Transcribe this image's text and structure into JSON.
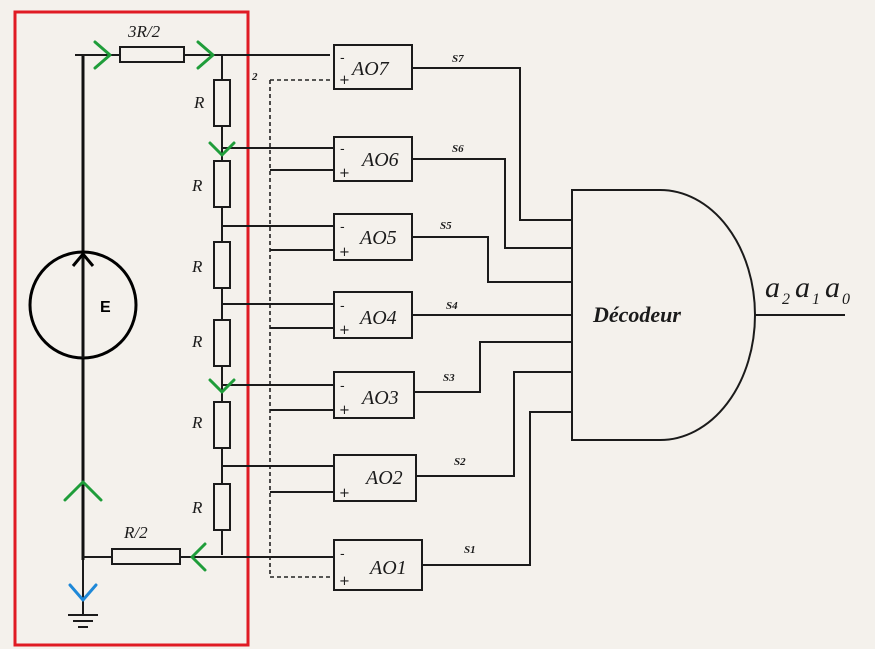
{
  "source": {
    "label": "E"
  },
  "resistors": {
    "top": "3R/2",
    "bottom": "R/2",
    "ladder": [
      "R",
      "R",
      "R",
      "R",
      "R",
      "R"
    ]
  },
  "comparators": [
    {
      "name": "AO7",
      "minus": "-",
      "plus": "+",
      "signal": "S7"
    },
    {
      "name": "AO6",
      "minus": "-",
      "plus": "+",
      "signal": "S6"
    },
    {
      "name": "AO5",
      "minus": "-",
      "plus": "+",
      "signal": "S5"
    },
    {
      "name": "AO4",
      "minus": "-",
      "plus": "+",
      "signal": "S4"
    },
    {
      "name": "AO3",
      "minus": "-",
      "plus": "+",
      "signal": "S3"
    },
    {
      "name": "AO2",
      "minus": "",
      "plus": "+",
      "signal": "S2"
    },
    {
      "name": "AO1",
      "minus": "-",
      "plus": "+",
      "signal": "S1"
    }
  ],
  "decoder": {
    "label": "Décodeur"
  },
  "output": {
    "base": "a",
    "subscripts": [
      "2",
      "1",
      "0"
    ]
  },
  "stray_mark": "2",
  "annotation_colors": {
    "box": "#e01b24",
    "arrows": "#1f9d3a",
    "ground_arrow": "#1e88d8"
  }
}
